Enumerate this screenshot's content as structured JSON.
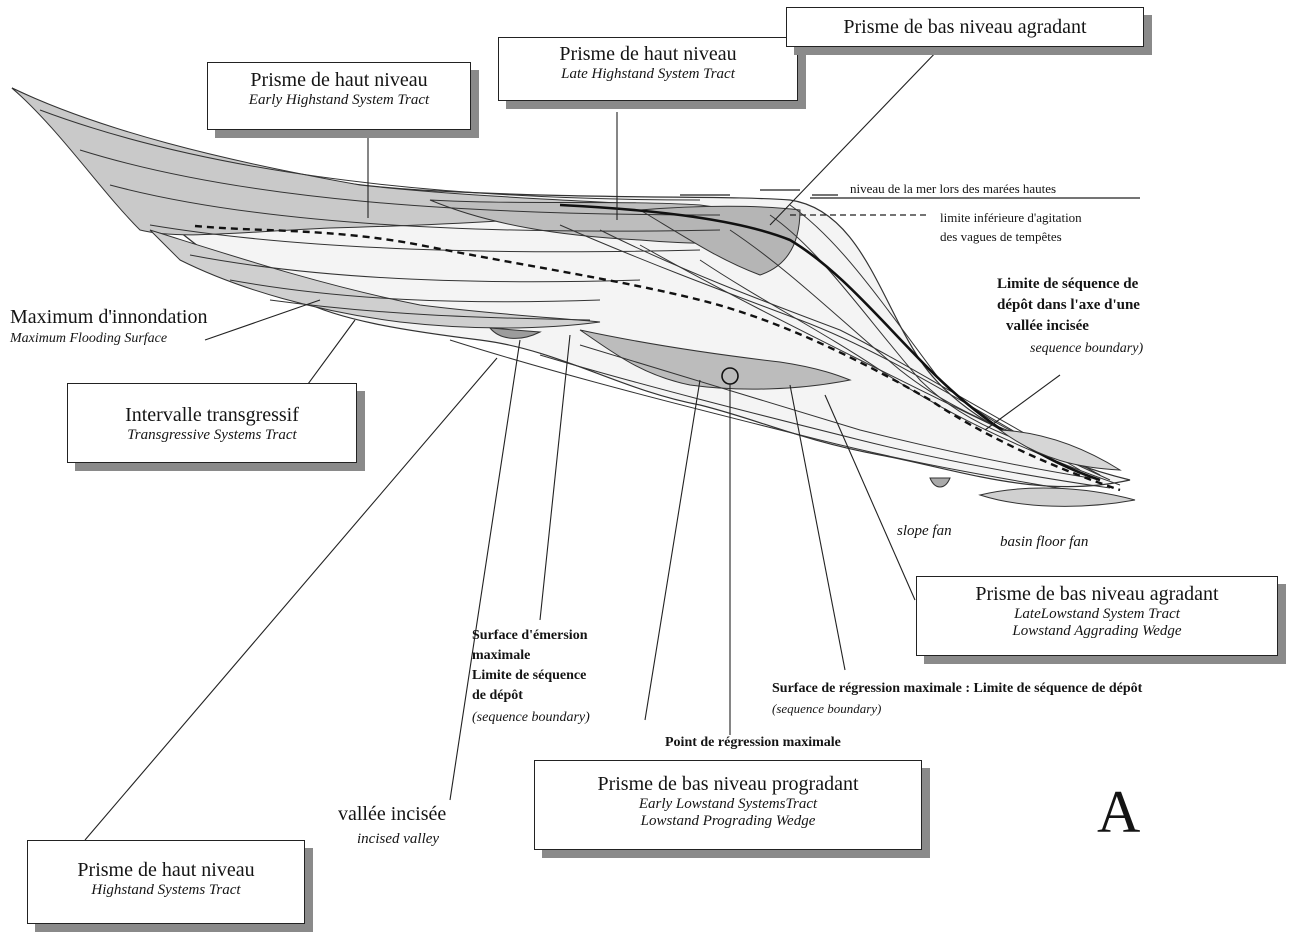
{
  "boxes": {
    "early_highstand": {
      "title": "Prisme de haut niveau",
      "subtitle": "Early Highstand System Tract"
    },
    "late_highstand": {
      "title": "Prisme de haut niveau",
      "subtitle": "Late Highstand System Tract"
    },
    "bas_niveau_top": {
      "title": "Prisme de bas niveau agradant"
    },
    "transgressif": {
      "title": "Intervalle transgressif",
      "subtitle": "Transgressive Systems Tract"
    },
    "late_lowstand": {
      "title": "Prisme de bas niveau agradant",
      "line2": "LateLowstand System Tract",
      "line3": "Lowstand Aggrading Wedge"
    },
    "early_lowstand": {
      "title": "Prisme de bas niveau progradant",
      "line2": "Early Lowstand SystemsTract",
      "line3": "Lowstand Prograding Wedge"
    },
    "highstand": {
      "title": "Prisme de haut niveau",
      "subtitle": "Highstand Systems Tract"
    }
  },
  "labels": {
    "niveau_mer": "niveau de la mer lors des marées hautes",
    "limite_inf_1": "limite inférieure d'agitation",
    "limite_inf_2": "des vagues de tempêtes",
    "mfs_fr": "Maximum d'innondation",
    "mfs_en": "Maximum Flooding Surface",
    "lim_seq_1": "Limite de séquence de",
    "lim_seq_2": "dépôt dans l'axe d'une",
    "lim_seq_3": "vallée incisée",
    "lim_seq_4": "sequence boundary)",
    "slope_fan": "slope fan",
    "basin_floor_fan": "basin floor fan",
    "emersion_1": "Surface d'émersion",
    "emersion_2": "maximale",
    "emersion_3": "Limite de séquence",
    "emersion_4": "de dépôt",
    "emersion_5": "(sequence boundary)",
    "regression_1": "Surface de régression maximale : Limite de séquence  de dépôt",
    "regression_2": "(sequence boundary)",
    "point_regression": "Point de régression maximale",
    "vallee_fr": "vallée incisée",
    "vallee_en": "incised valley",
    "figure_letter": "A"
  }
}
